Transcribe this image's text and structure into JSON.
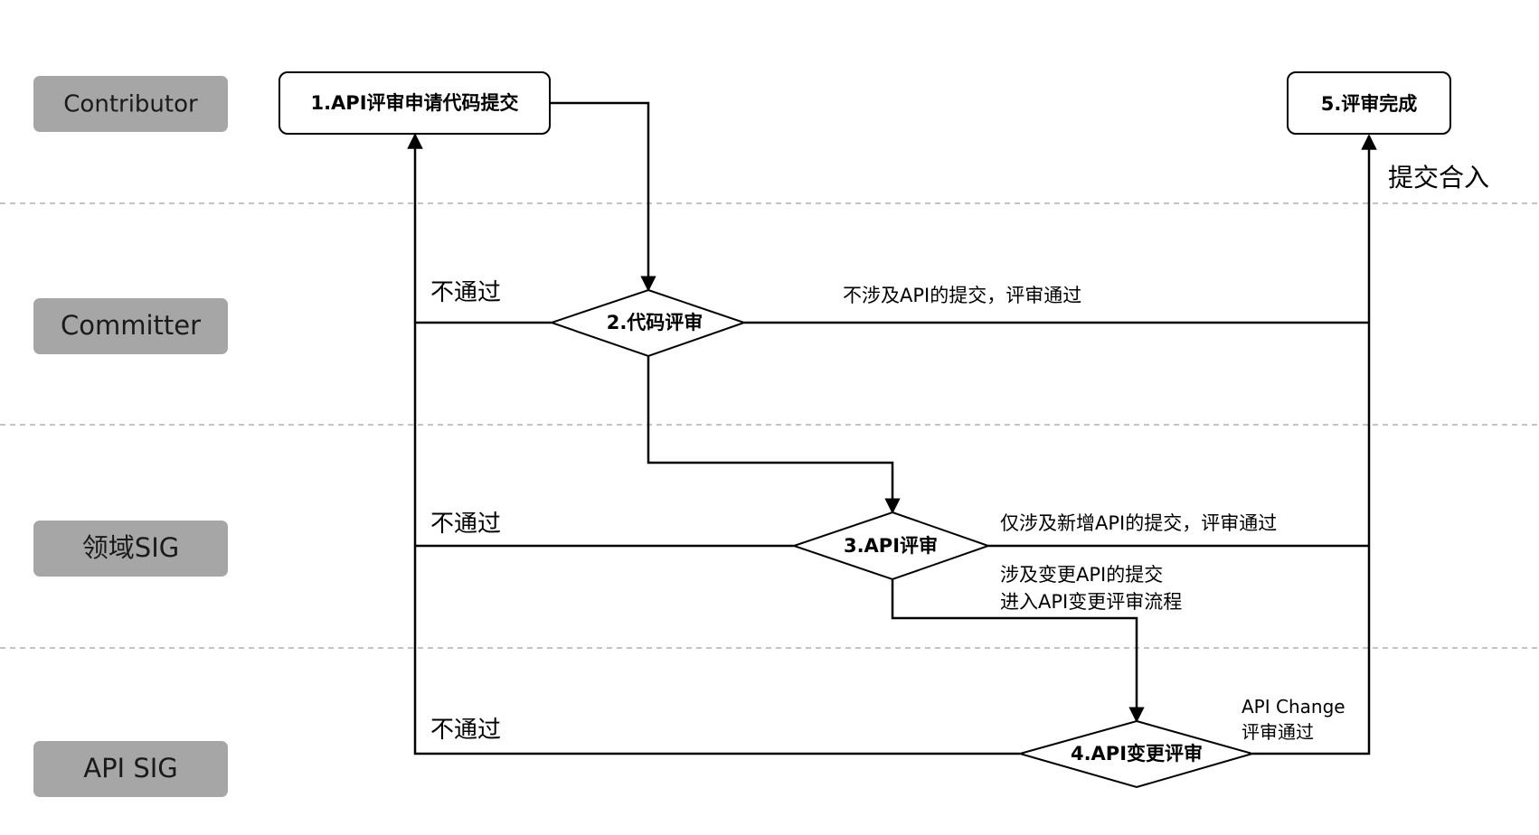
{
  "colors": {
    "lane_label_bg": "#a6a6a6",
    "lane_label_text": "#1a1a1a",
    "separator": "#b0b0b0",
    "line": "#000000",
    "node_fill": "#ffffff"
  },
  "lanes": [
    {
      "label": "Contributor"
    },
    {
      "label": "Committer"
    },
    {
      "label": "领域SIG"
    },
    {
      "label": "API SIG"
    }
  ],
  "nodes": {
    "submit": {
      "label": "1.API评审申请代码提交"
    },
    "code_review": {
      "label": "2.代码评审"
    },
    "api_review": {
      "label": "3.API评审"
    },
    "api_change_review": {
      "label": "4.API变更评审"
    },
    "done": {
      "label": "5.评审完成"
    }
  },
  "edges": {
    "merge": {
      "label": "提交合入"
    },
    "reject_committer": {
      "label": "不通过"
    },
    "reject_sig": {
      "label": "不通过"
    },
    "reject_api_sig": {
      "label": "不通过"
    },
    "no_api_pass": {
      "label": "不涉及API的提交，评审通过"
    },
    "new_api_pass": {
      "label": "仅涉及新增API的提交，评审通过"
    },
    "change_api": {
      "line1": "涉及变更API的提交",
      "line2": "进入API变更评审流程"
    },
    "api_change_pass": {
      "line1": "API Change",
      "line2": "评审通过"
    }
  }
}
